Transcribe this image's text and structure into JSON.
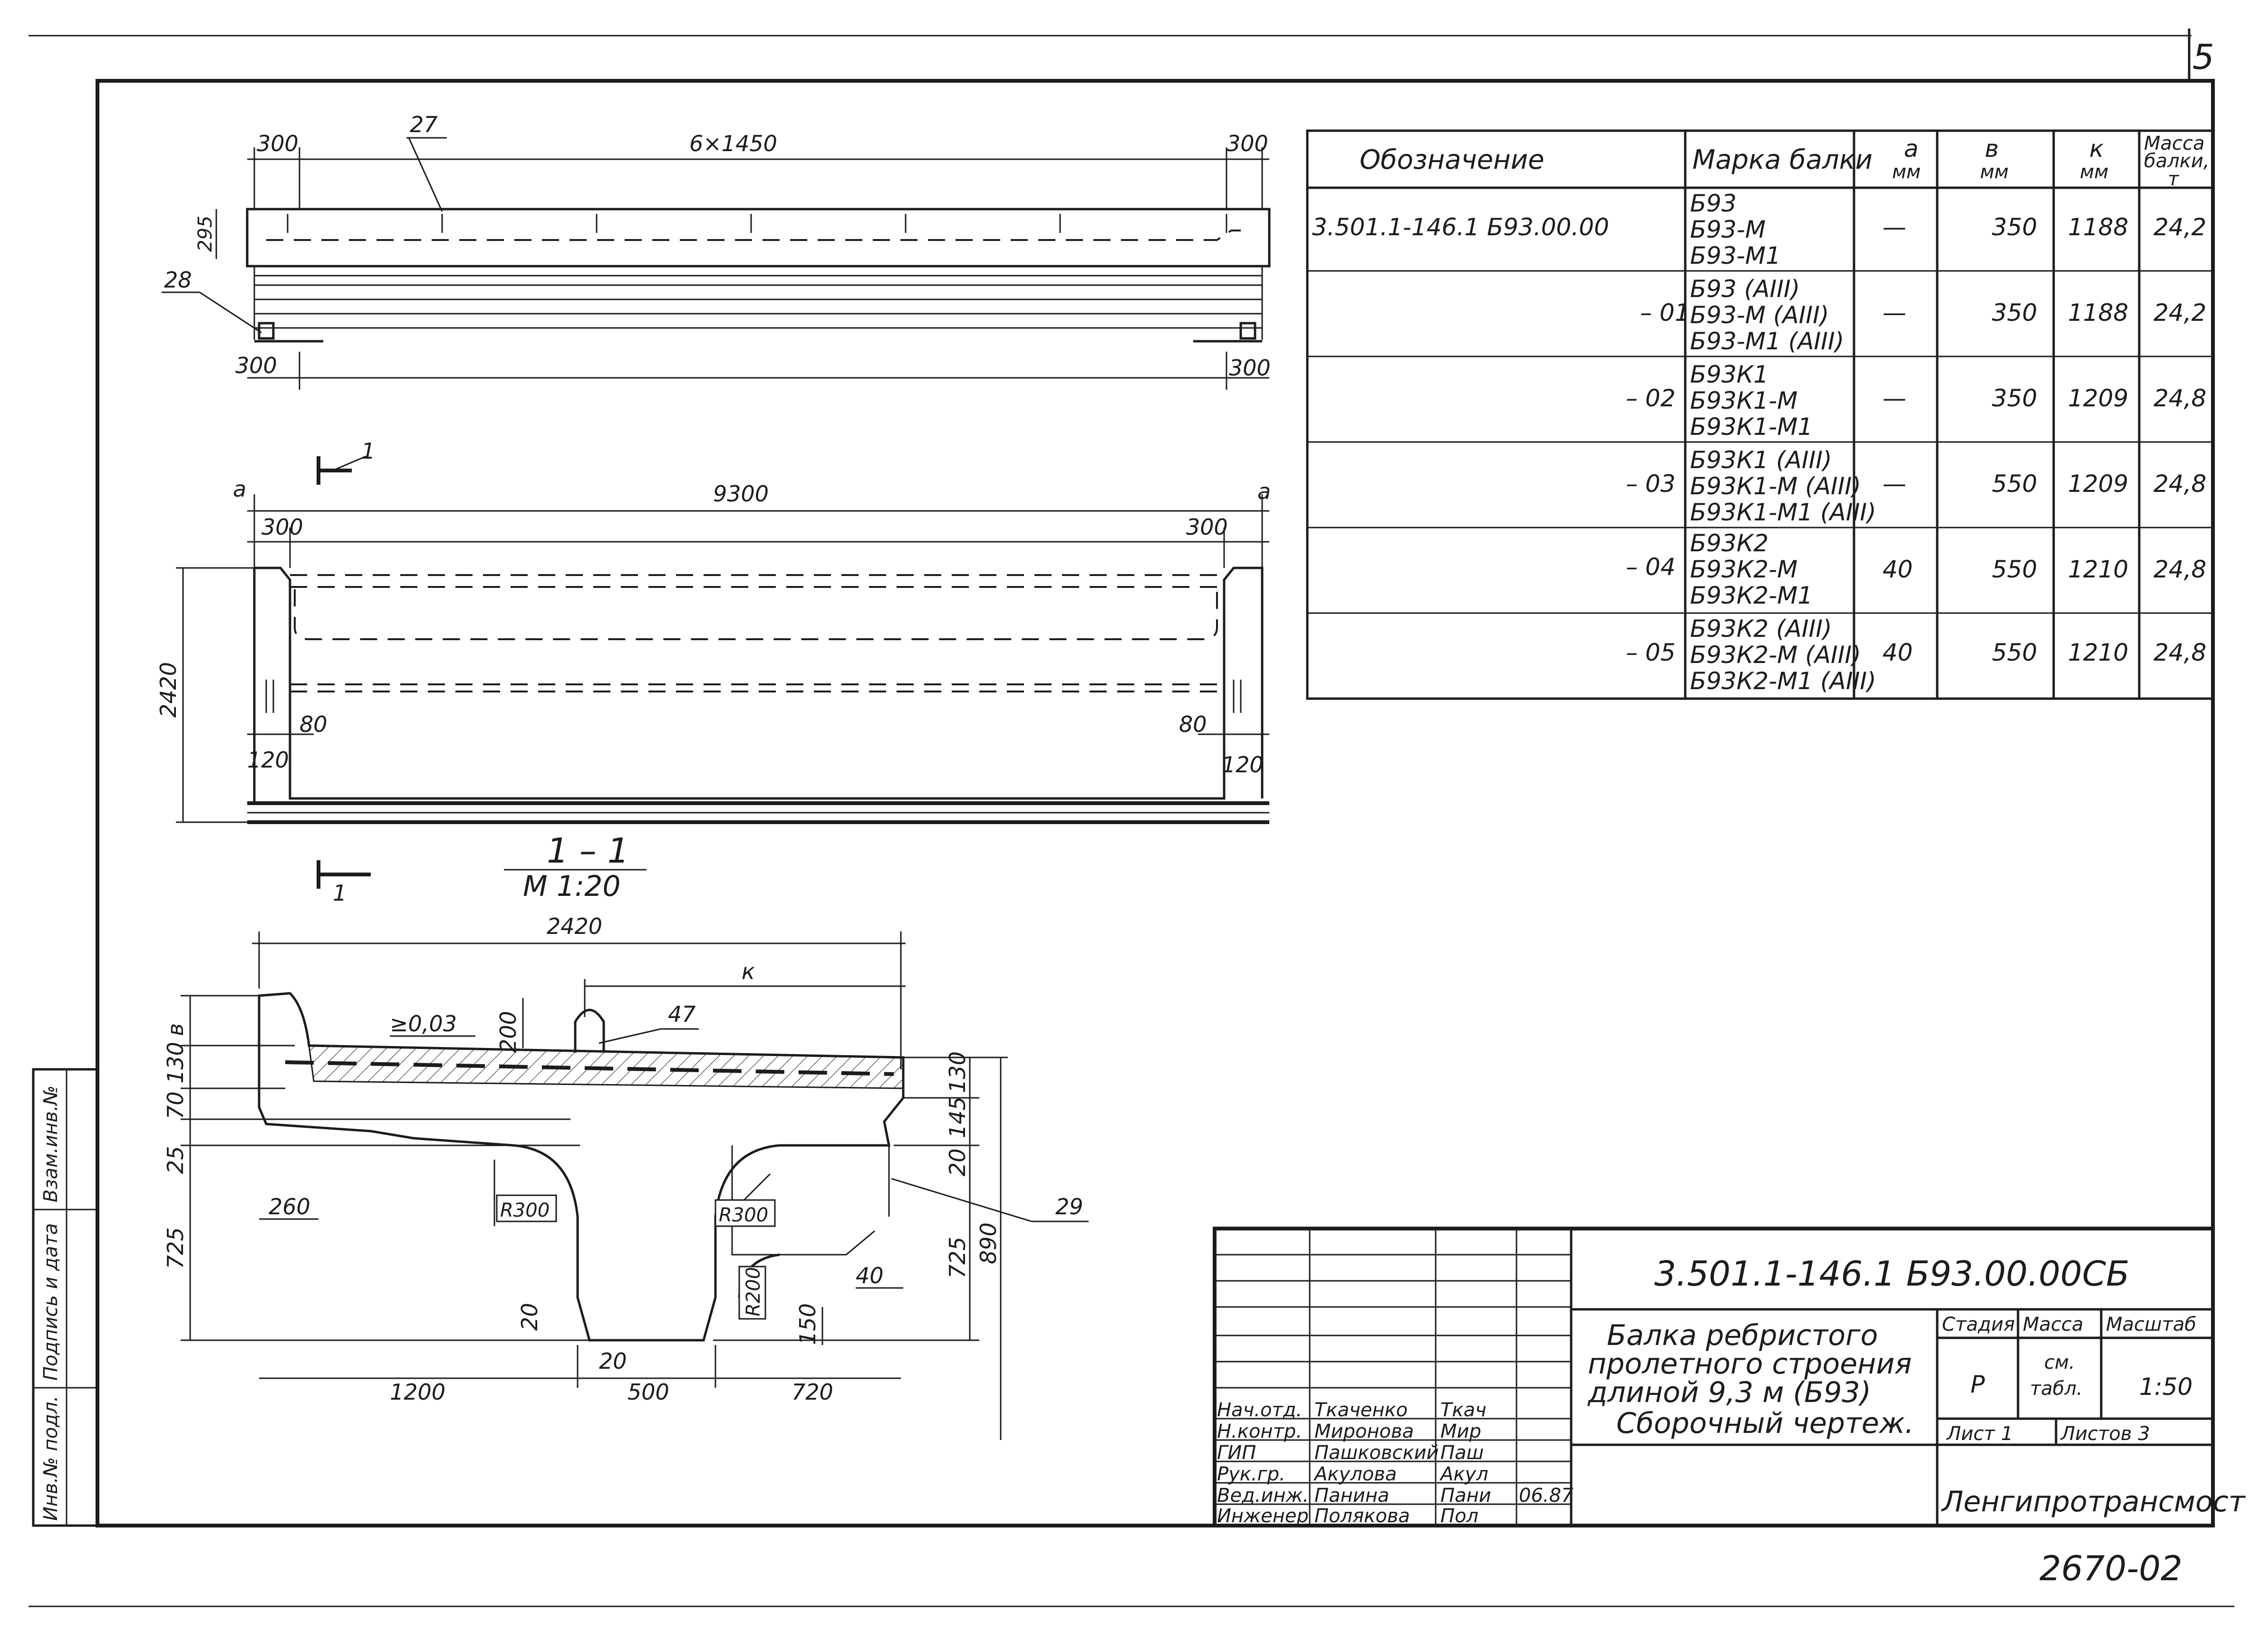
{
  "sheet": {
    "corner_mark": "5",
    "code": "3.501.1-146.1     Б93.00.00СБ",
    "title_lines": [
      "Балка ребристого",
      "пролетного строения",
      "длиной 9,3 м  (Б93)",
      "Сборочный  чертеж."
    ],
    "stage_header": "Стадия",
    "mass_header": "Масса",
    "scale_header": "Масштаб",
    "stage": "Р",
    "mass_lines": [
      "см.",
      "табл."
    ],
    "scale": "1:50",
    "sheet_label": "Лист 1",
    "sheets_label": "Листов 3",
    "organization": "Ленгипротрансмост",
    "bottom_number": "2670-02",
    "stamp_rows": [
      {
        "role": "Нач.отд.",
        "name": "Ткаченко",
        "sign": "Ткач",
        "date": ""
      },
      {
        "role": "Н.контр.",
        "name": "Миронова",
        "sign": "Мир",
        "date": ""
      },
      {
        "role": "ГИП",
        "name": "Пашковский",
        "sign": "Паш",
        "date": ""
      },
      {
        "role": "Рук.гр.",
        "name": "Акулова",
        "sign": "Акул",
        "date": ""
      },
      {
        "role": "Вед.инж.",
        "name": "Панина",
        "sign": "Пани",
        "date": "06.87"
      },
      {
        "role": "Инженер",
        "name": "Полякова",
        "sign": "Пол",
        "date": ""
      }
    ],
    "side_labels": [
      "Инв.№ подл.",
      "Подпись и дата",
      "Взам.инв.№"
    ]
  },
  "table": {
    "headers": [
      "Обозначение",
      "Марка балки",
      "а",
      "мм",
      "в",
      "мм",
      "к",
      "мм",
      "Масса",
      "балки,",
      "т"
    ],
    "rows": [
      {
        "designation": "3.501.1-146.1  Б93.00.00",
        "suffix": "",
        "marks": [
          "Б93",
          "Б93-М",
          "Б93-М1"
        ],
        "a": "—",
        "b": "350",
        "k": "1188",
        "mass": "24,2"
      },
      {
        "designation": "",
        "suffix": "– 01",
        "marks": [
          "Б93 (АIII)",
          "Б93-М (АIII)",
          "Б93-М1 (АIII)"
        ],
        "a": "—",
        "b": "350",
        "k": "1188",
        "mass": "24,2"
      },
      {
        "designation": "",
        "suffix": "– 02",
        "marks": [
          "Б93К1",
          "Б93К1-М",
          "Б93К1-М1"
        ],
        "a": "—",
        "b": "350",
        "k": "1209",
        "mass": "24,8"
      },
      {
        "designation": "",
        "suffix": "– 03",
        "marks": [
          "Б93К1 (АIII)",
          "Б93К1-М (АIII)",
          "Б93К1-М1 (АIII)"
        ],
        "a": "—",
        "b": "550",
        "k": "1209",
        "mass": "24,8"
      },
      {
        "designation": "",
        "suffix": "– 04",
        "marks": [
          "Б93К2",
          "Б93К2-М",
          "Б93К2-М1"
        ],
        "a": "40",
        "b": "550",
        "k": "1210",
        "mass": "24,8"
      },
      {
        "designation": "",
        "suffix": "– 05",
        "marks": [
          "Б93К2 (АIII)",
          "Б93К2-М (АIII)",
          "Б93К2-М1 (АIII)"
        ],
        "a": "40",
        "b": "550",
        "k": "1210",
        "mass": "24,8"
      }
    ]
  },
  "plan_view": {
    "dims": {
      "left_top": "300",
      "middle": "6×1450",
      "right_top": "300",
      "height": "295",
      "left_bottom": "300",
      "right_bottom": "300"
    },
    "callouts": {
      "top": "27",
      "left": "28"
    }
  },
  "elevation_view": {
    "section_mark": "1",
    "axis_left": "а",
    "axis_right": "а",
    "length": "9300",
    "left_offset": "300",
    "right_offset": "300",
    "height": "2420",
    "left_80": "80",
    "right_80": "80",
    "left_120": "120",
    "right_120": "120"
  },
  "section_view": {
    "title": "1 – 1",
    "scale": "М 1:20",
    "width": "2420",
    "k": "к",
    "slope": "≥0,03",
    "callout_47": "47",
    "callout_29": "29",
    "dims": {
      "d200": "200",
      "b": "в",
      "d130l": "130",
      "d70": "70",
      "d25": "25",
      "d725l": "725",
      "d260": "260",
      "r300l": "R300",
      "r300r": "R300",
      "r200": "R200",
      "d130r": "130",
      "d145": "145",
      "d20r": "20",
      "d725r": "725",
      "d890": "890",
      "d40": "40",
      "d150": "150",
      "d20a": "20",
      "d20b": "20",
      "d1200": "1200",
      "d500": "500",
      "d720": "720"
    }
  }
}
